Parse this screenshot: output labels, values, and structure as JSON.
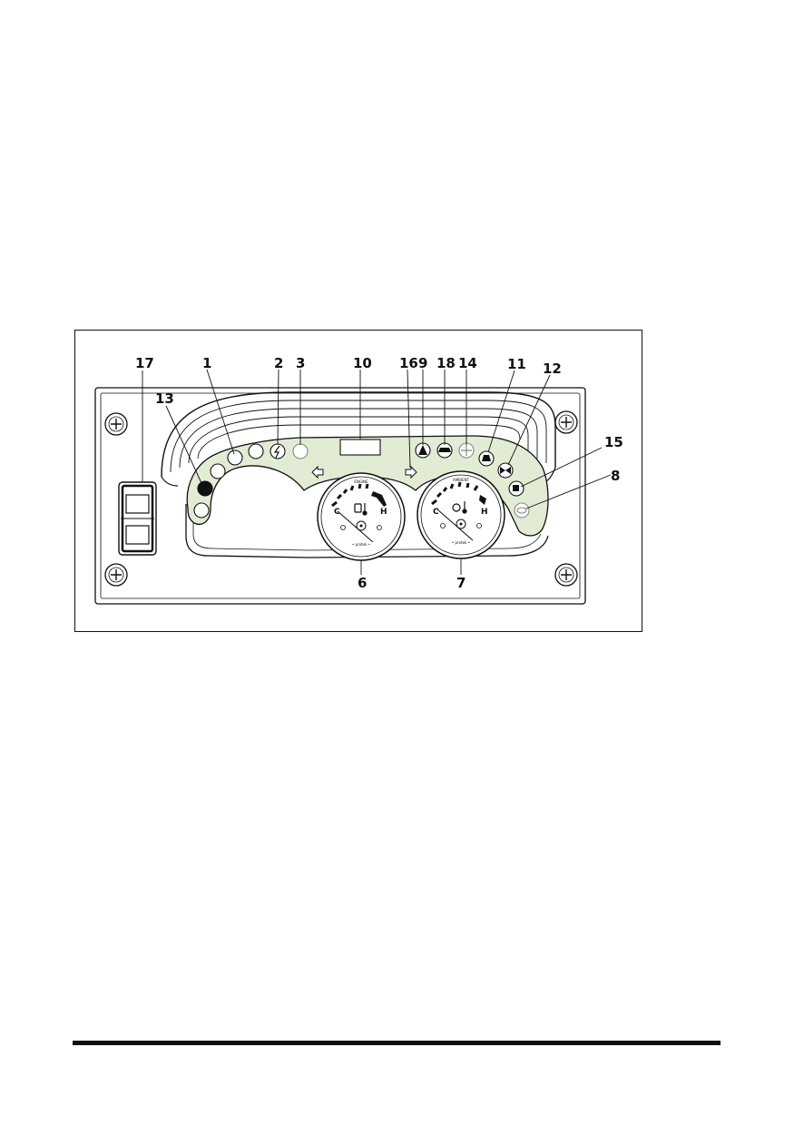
{
  "figure": {
    "callouts": [
      "17",
      "1",
      "2",
      "3",
      "10",
      "16",
      "9",
      "18",
      "14",
      "11",
      "12",
      "13",
      "15",
      "8",
      "6",
      "7"
    ],
    "gauge_left_label": "ENGINE",
    "gauge_right_label": "AMBIENT",
    "gauge_brand": "• protek •",
    "gauge_cold": "C",
    "gauge_hot": "H"
  },
  "colors": {
    "panel_fill": "#e2ebd3",
    "line": "#111111"
  }
}
